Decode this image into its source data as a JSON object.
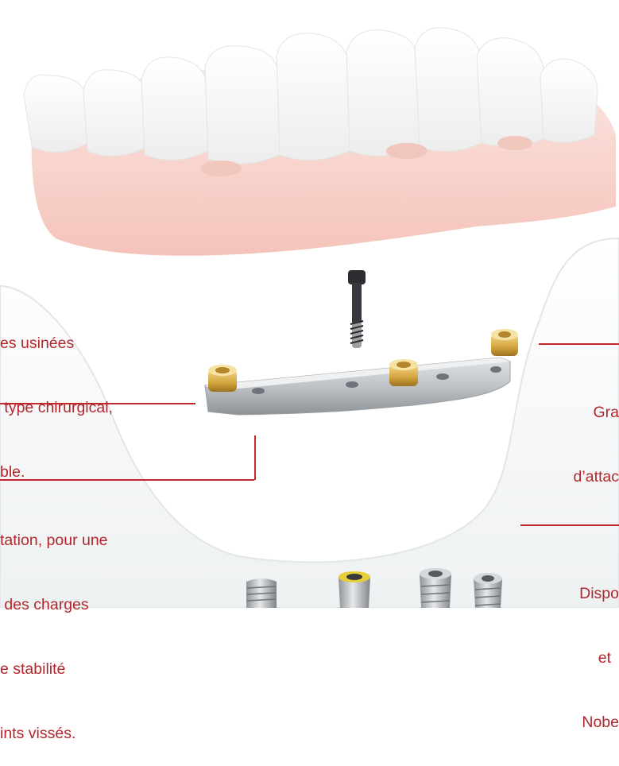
{
  "colors": {
    "accent": "#c1272d",
    "text": "#b3262b",
    "gold": "#d9b35a",
    "titanium": "#b7bbc0",
    "gum": "#f3c7bf"
  },
  "captions": {
    "top_left": [
      "es usinées",
      " type chirurgical,",
      "ble."
    ],
    "bottom_left": [
      "tation, pour une",
      " des charges",
      "e stabilité",
      "ints vissés."
    ],
    "top_right": [
      "Gra",
      "d’attac"
    ],
    "bottom_right": [
      "Dispo",
      "et",
      "Nobe"
    ]
  }
}
